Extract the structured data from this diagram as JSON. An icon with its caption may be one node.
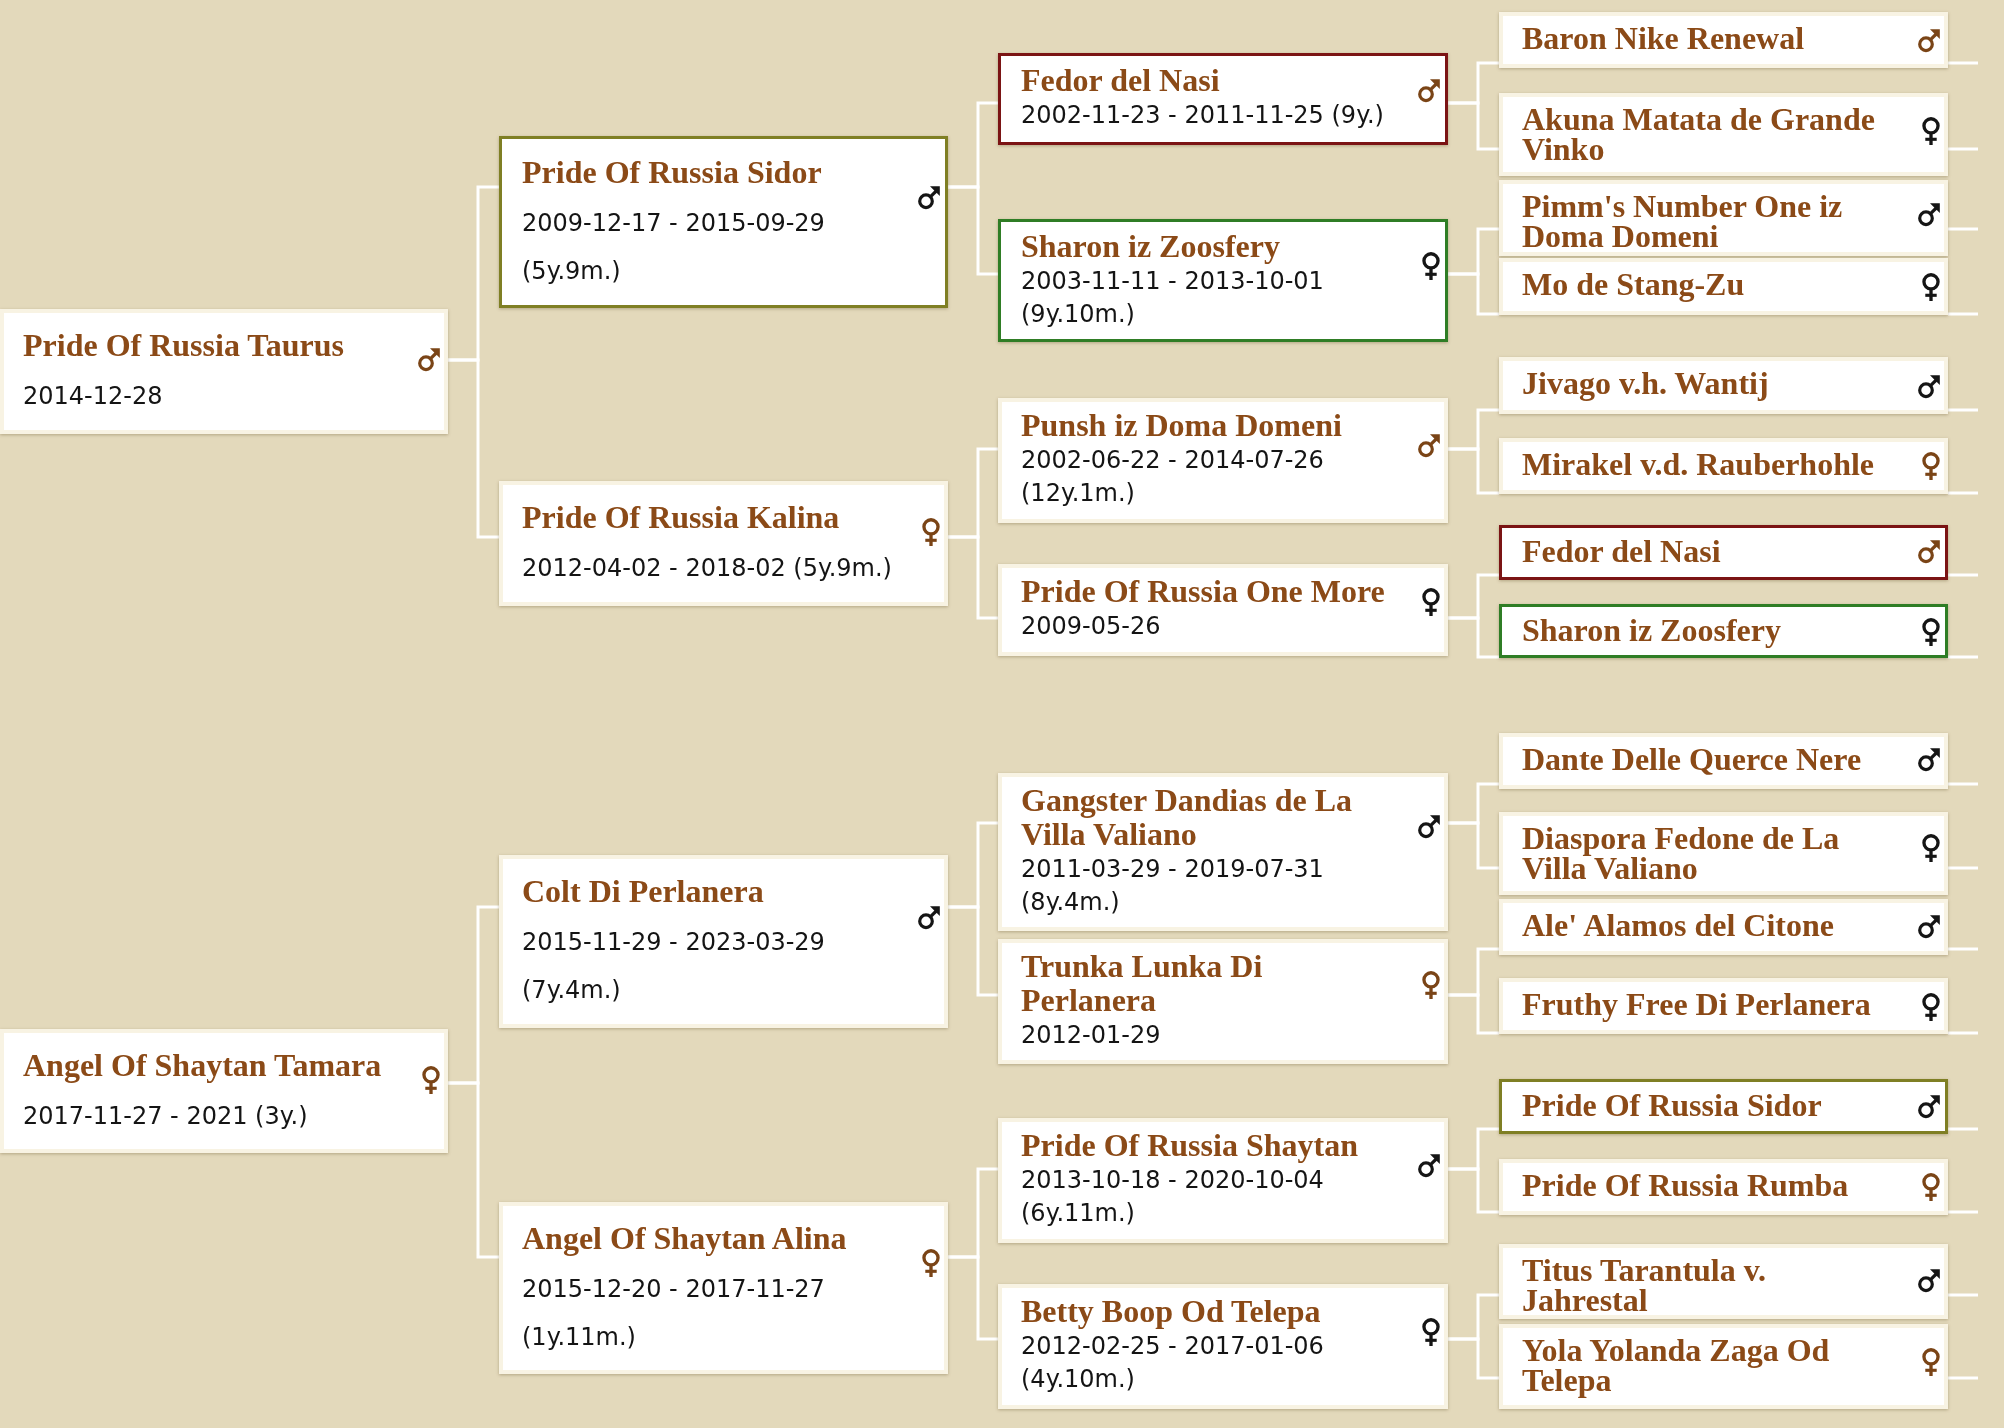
{
  "diagram": {
    "nodes": [
      {
        "text": [
          "Pride Of Russia Taurus",
          "2014-12-28"
        ]
      },
      {
        "text": [
          "Angel Of Shaytan Tamara",
          "2017-11-27 - 2021 (3y.)"
        ]
      },
      {
        "text": [
          "Pride Of Russia Sidor",
          "2009-12-17 - 2015-09-29 (5y.9m.)"
        ]
      },
      {
        "text": [
          "Pride Of Russia Kalina",
          "2012-04-02 - 2018-02 (5y.9m.)"
        ]
      },
      {
        "text": [
          "Colt Di Perlanera",
          "2015-11-29 - 2023-03-29 (7y.4m.)"
        ]
      },
      {
        "text": [
          "Angel Of Shaytan Alina",
          "2015-12-20 - 2017-11-27 (1y.11m.)"
        ]
      },
      {
        "text": [
          "Fedor del Nasi",
          "2002-11-23 - 2011-11-25 (9y.)"
        ]
      },
      {
        "text": [
          "Sharon iz Zoosfery",
          "2003-11-11 - 2013-10-01 (9y.10m.)"
        ]
      },
      {
        "text": [
          "Punsh iz Doma Domeni",
          "2002-06-22 - 2014-07-26 (12y.1m.)"
        ]
      },
      {
        "text": [
          "Pride Of Russia One More",
          "2009-05-26"
        ]
      },
      {
        "text": [
          "Gangster Dandias de La Villa Valiano",
          "2011-03-29 - 2019-07-31 (8y.4m.)"
        ]
      },
      {
        "text": [
          "Trunka Lunka Di Perlanera",
          "2012-01-29"
        ]
      },
      {
        "text": [
          "Pride Of Russia Shaytan",
          "2013-10-18 - 2020-10-04 (6y.11m.)"
        ]
      },
      {
        "text": [
          "Betty Boop Od Telepa",
          "2012-02-25 - 2017-01-06 (4y.10m.)"
        ]
      },
      {
        "text": [
          "Baron Nike Renewal"
        ]
      },
      {
        "text": [
          "Akuna Matata de Grande Vinko"
        ]
      },
      {
        "text": [
          "Pimm's Number One iz Doma Domeni"
        ]
      },
      {
        "text": [
          "Mo de Stang-Zu"
        ]
      },
      {
        "text": [
          "Jivago v.h. Wantij"
        ]
      },
      {
        "text": [
          "Mirakel v.d. Rauberhohle"
        ]
      },
      {
        "text": [
          "Fedor del Nasi"
        ]
      },
      {
        "text": [
          "Sharon iz Zoosfery"
        ]
      },
      {
        "text": [
          "Dante Delle Querce Nere"
        ]
      },
      {
        "text": [
          "Diaspora Fedone de La Villa Valiano"
        ]
      },
      {
        "text": [
          "Ale' Alamos del Citone"
        ]
      },
      {
        "text": [
          "Fruthy Free Di Perlanera"
        ]
      },
      {
        "text": [
          "Pride Of Russia Sidor"
        ]
      },
      {
        "text": [
          "Pride Of Russia Rumba"
        ]
      },
      {
        "text": [
          "Titus Tarantula v. Jahrestal"
        ]
      },
      {
        "text": [
          "Yola Yolanda Zaga Od Telepa"
        ]
      }
    ],
    "edges": [
      {
        "from": 0,
        "to": 2,
        "arrow": "none"
      },
      {
        "from": 0,
        "to": 3,
        "arrow": "none"
      },
      {
        "from": 1,
        "to": 4,
        "arrow": "none"
      },
      {
        "from": 1,
        "to": 5,
        "arrow": "none"
      },
      {
        "from": 2,
        "to": 6,
        "arrow": "none"
      },
      {
        "from": 2,
        "to": 7,
        "arrow": "none"
      },
      {
        "from": 3,
        "to": 8,
        "arrow": "none"
      },
      {
        "from": 3,
        "to": 9,
        "arrow": "none"
      },
      {
        "from": 4,
        "to": 10,
        "arrow": "none"
      },
      {
        "from": 4,
        "to": 11,
        "arrow": "none"
      },
      {
        "from": 5,
        "to": 12,
        "arrow": "none"
      },
      {
        "from": 5,
        "to": 13,
        "arrow": "none"
      },
      {
        "from": 6,
        "to": 14,
        "arrow": "none"
      },
      {
        "from": 6,
        "to": 15,
        "arrow": "none"
      },
      {
        "from": 7,
        "to": 16,
        "arrow": "none"
      },
      {
        "from": 7,
        "to": 17,
        "arrow": "none"
      },
      {
        "from": 8,
        "to": 18,
        "arrow": "none"
      },
      {
        "from": 8,
        "to": 19,
        "arrow": "none"
      },
      {
        "from": 9,
        "to": 20,
        "arrow": "none"
      },
      {
        "from": 9,
        "to": 21,
        "arrow": "none"
      },
      {
        "from": 10,
        "to": 22,
        "arrow": "none"
      },
      {
        "from": 10,
        "to": 23,
        "arrow": "none"
      },
      {
        "from": 11,
        "to": 24,
        "arrow": "none"
      },
      {
        "from": 11,
        "to": 25,
        "arrow": "none"
      },
      {
        "from": 12,
        "to": 26,
        "arrow": "none"
      },
      {
        "from": 12,
        "to": 27,
        "arrow": "none"
      },
      {
        "from": 13,
        "to": 28,
        "arrow": "none"
      },
      {
        "from": 13,
        "to": 29,
        "arrow": "none"
      },
      {
        "from": 14,
        "to": null,
        "arrow": "none"
      },
      {
        "from": 15,
        "to": null,
        "arrow": "none"
      },
      {
        "from": 16,
        "to": null,
        "arrow": "none"
      },
      {
        "from": 17,
        "to": null,
        "arrow": "none"
      },
      {
        "from": 18,
        "to": null,
        "arrow": "none"
      },
      {
        "from": 19,
        "to": null,
        "arrow": "none"
      },
      {
        "from": 20,
        "to": null,
        "arrow": "none"
      },
      {
        "from": 21,
        "to": null,
        "arrow": "none"
      },
      {
        "from": 22,
        "to": null,
        "arrow": "none"
      },
      {
        "from": 23,
        "to": null,
        "arrow": "none"
      },
      {
        "from": 24,
        "to": null,
        "arrow": "none"
      },
      {
        "from": 25,
        "to": null,
        "arrow": "none"
      },
      {
        "from": 26,
        "to": null,
        "arrow": "none"
      },
      {
        "from": 27,
        "to": null,
        "arrow": "none"
      },
      {
        "from": 28,
        "to": null,
        "arrow": "none"
      },
      {
        "from": 29,
        "to": null,
        "arrow": "none"
      }
    ]
  }
}
